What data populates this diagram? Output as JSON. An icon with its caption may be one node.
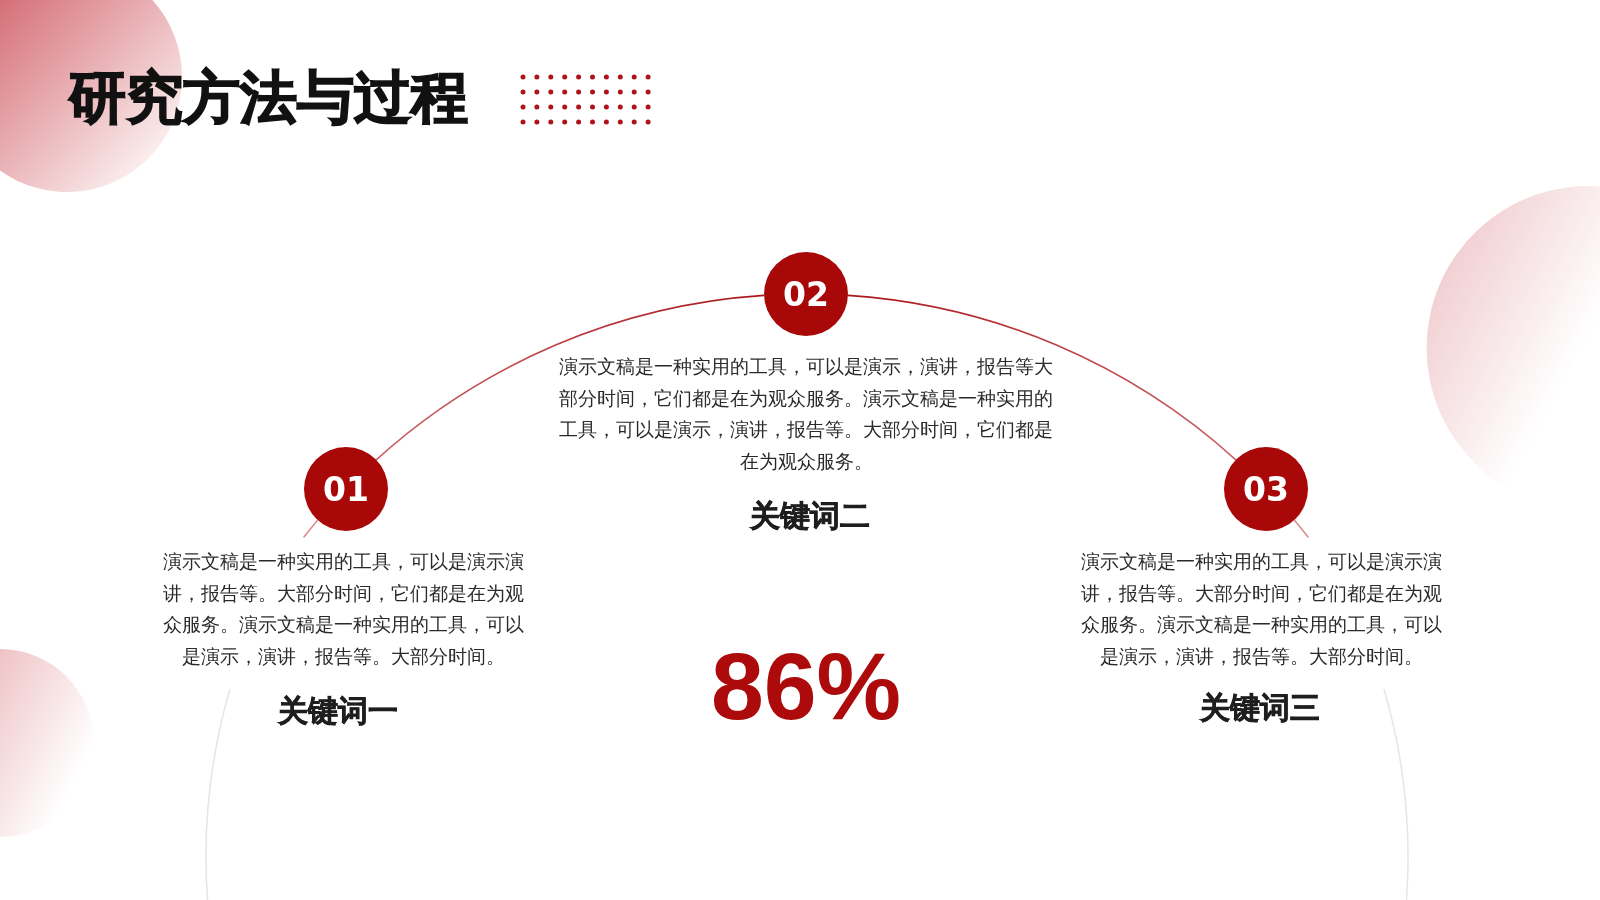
{
  "diagram": {
    "title": "研究方法与过程",
    "nodes": [
      {
        "text": [
          "01"
        ],
        "beside": [
          "演示文稿是一种实用的工具，可以是演示演讲，报告等。大部分时间，它们都是在为观众服务。演示文稿是一种实用的工具，可以是演示，演讲，报告等。大部分时间。",
          "关键词一"
        ]
      },
      {
        "text": [
          "02"
        ],
        "beside": [
          "演示文稿是一种实用的工具，可以是演示，演讲，报告等大部分时间，它们都是在为观众服务。演示文稿是一种实用的工具，可以是演示，演讲，报告等。大部分时间，它们都是在为观众服务。",
          "关键词二"
        ]
      },
      {
        "text": [
          "03"
        ],
        "beside": [
          "演示文稿是一种实用的工具，可以是演示演讲，报告等。大部分时间，它们都是在为观众服务。演示文稿是一种实用的工具，可以是演示，演讲，报告等。大部分时间。",
          "关键词三"
        ]
      }
    ],
    "edges": [
      {
        "from": 0,
        "to": 1,
        "arrow": "none"
      },
      {
        "from": 1,
        "to": 2,
        "arrow": "none"
      }
    ],
    "labels": [
      "86%"
    ]
  }
}
